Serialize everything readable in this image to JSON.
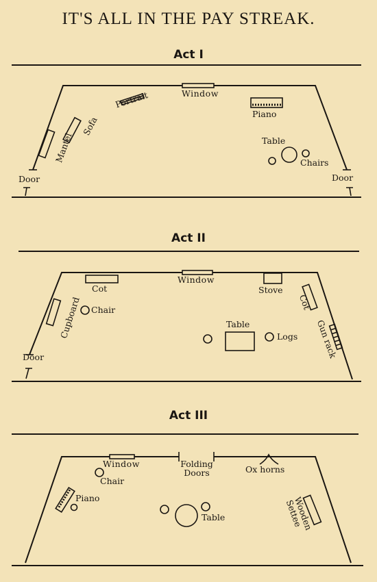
{
  "title": "IT'S ALL IN THE PAY STREAK.",
  "acts": [
    {
      "heading": "Act I",
      "labels": {
        "window": "Window",
        "portrait": "Portrait",
        "sofa": "Sofa",
        "mantel": "Mantel",
        "piano": "Piano",
        "table": "Table",
        "chairs": "Chairs",
        "door_left": "Door",
        "door_right": "Door"
      }
    },
    {
      "heading": "Act II",
      "labels": {
        "cot_left": "Cot",
        "window": "Window",
        "stove": "Stove",
        "cot_right": "Cot",
        "cupboard": "Cupboard",
        "chair": "Chair",
        "table": "Table",
        "logs": "Logs",
        "gun_rack": "Gun rack",
        "door": "Door"
      }
    },
    {
      "heading": "Act III",
      "labels": {
        "window": "Window",
        "folding_doors": "Folding\nDoors",
        "ox_horns": "Ox horns",
        "chair": "Chair",
        "piano": "Piano",
        "table": "Table",
        "wooden_settee": "Wooden\nSettee"
      }
    }
  ]
}
